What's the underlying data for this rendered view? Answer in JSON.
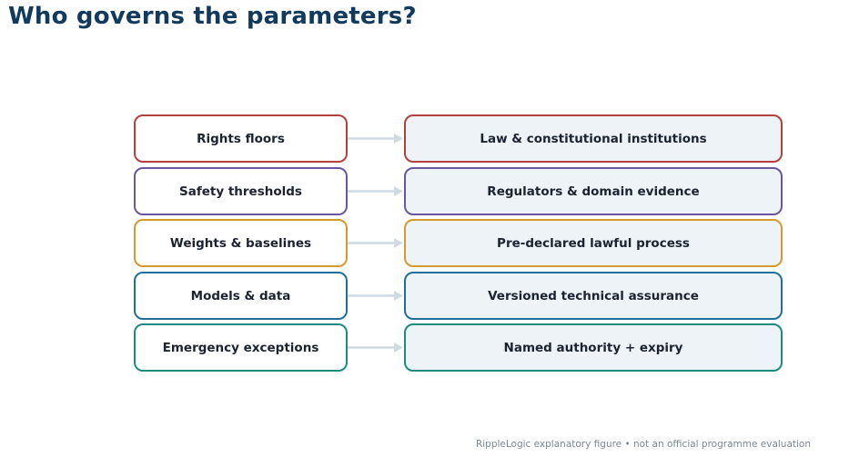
{
  "title": "Who governs the parameters?",
  "rows": [
    {
      "parameter": "Rights floors",
      "authority": "Law & constitutional institutions",
      "color": "#b2403e"
    },
    {
      "parameter": "Safety thresholds",
      "authority": "Regulators & domain evidence",
      "color": "#6a55a0"
    },
    {
      "parameter": "Weights & baselines",
      "authority": "Pre-declared lawful process",
      "color": "#d39a2e"
    },
    {
      "parameter": "Models & data",
      "authority": "Versioned technical assurance",
      "color": "#1f6f9a"
    },
    {
      "parameter": "Emergency exceptions",
      "authority": "Named authority + expiry",
      "color": "#1d8a80"
    }
  ],
  "connector_color": "#cfdbe3",
  "footer": "RippleLogic explanatory figure • not an official programme evaluation"
}
